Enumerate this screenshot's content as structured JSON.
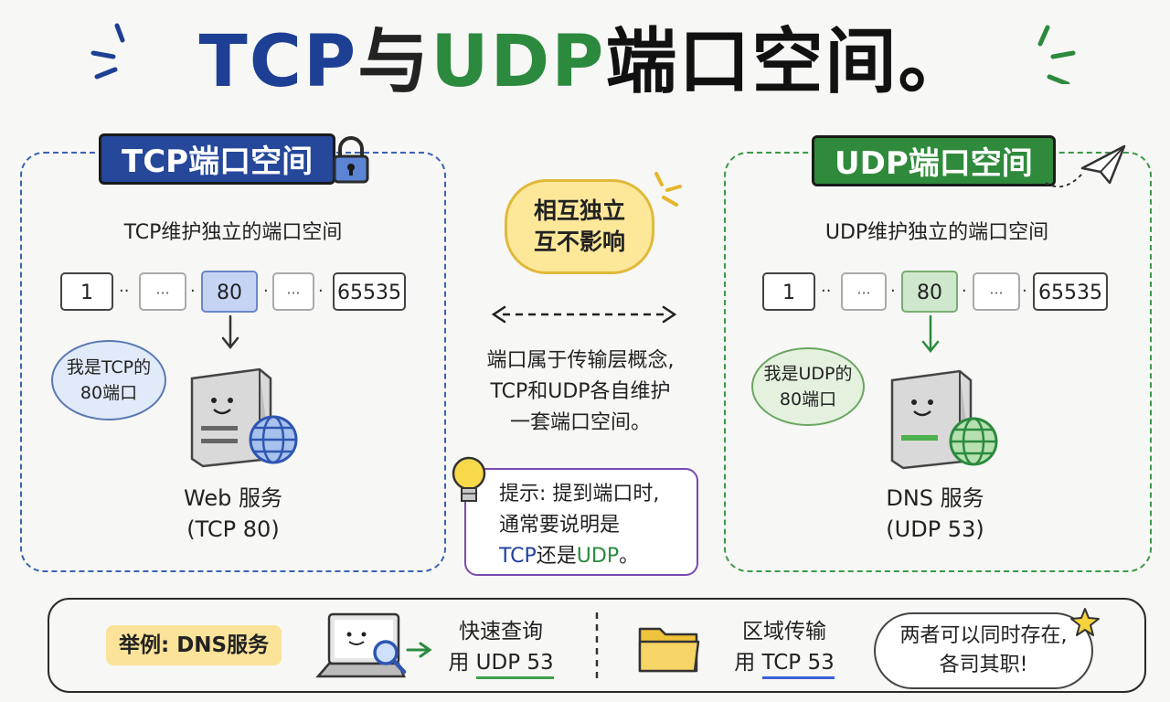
{
  "title": {
    "part1": "TCP",
    "part2": "与",
    "part3": "UDP",
    "part4": "端口空间。"
  },
  "tcp_panel": {
    "tag": "TCP端口空间",
    "desc": "TCP维护独立的端口空间",
    "ports": [
      "1",
      "···",
      "80",
      "···",
      "65535"
    ],
    "bubble": [
      "我是TCP的",
      "80端口"
    ],
    "service_line1": "Web 服务",
    "service_line2": "(TCP 80)"
  },
  "udp_panel": {
    "tag": "UDP端口空间",
    "desc": "UDP维护独立的端口空间",
    "ports": [
      "1",
      "···",
      "80",
      "···",
      "65535"
    ],
    "bubble": [
      "我是UDP的",
      "80端口"
    ],
    "service_line1": "DNS 服务",
    "service_line2": "(UDP 53)"
  },
  "center": {
    "cloud_line1": "相互独立",
    "cloud_line2": "互不影响",
    "explain": [
      "端口属于传输层概念,",
      "TCP和UDP各自维护",
      "一套端口空间。"
    ],
    "tip_prefix": "提示: 提到端口时,",
    "tip_line2": "通常要说明是",
    "tip_tcp": "TCP",
    "tip_mid": "还是",
    "tip_udp": "UDP",
    "tip_end": "。"
  },
  "bottom": {
    "example_label": "举例: DNS服务",
    "query_line1": "快速查询",
    "query_prefix": "用 ",
    "query_proto": "UDP 53",
    "zone_line1": "区域传输",
    "zone_prefix": "用 ",
    "zone_proto": "TCP 53",
    "final_line1": "两者可以同时存在,",
    "final_line2": "各司其职!"
  },
  "colors": {
    "tcp": "#26489b",
    "udp": "#2f8a3b",
    "cloud": "#fde89a",
    "tip_border": "#7a4ab0"
  },
  "icons": [
    "lock-icon",
    "paper-plane-icon",
    "server-icon",
    "globe-icon",
    "lightbulb-icon",
    "laptop-icon",
    "magnifier-icon",
    "folder-icon",
    "star-icon"
  ]
}
